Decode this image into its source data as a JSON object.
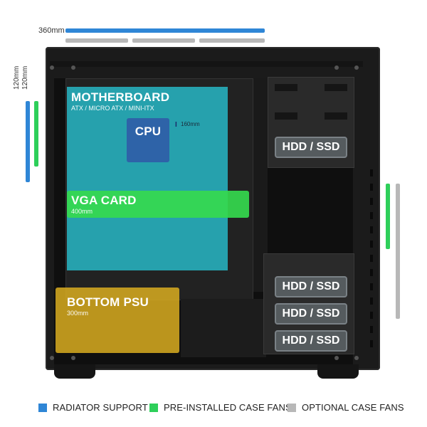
{
  "top_measure": {
    "label": "360mm"
  },
  "side_measures": {
    "label_a": "120mm",
    "label_b": "120mm"
  },
  "zones": {
    "motherboard": {
      "title": "MOTHERBOARD",
      "subtitle": "ATX / MICRO ATX / MINI-ITX"
    },
    "cpu": {
      "title": "CPU",
      "height_label": "160mm"
    },
    "vga": {
      "title": "VGA CARD",
      "length_label": "400mm"
    },
    "psu": {
      "title": "BOTTOM PSU",
      "length_label": "300mm"
    }
  },
  "drive_bays": [
    {
      "label": "HDD / SSD"
    },
    {
      "label": "HDD / SSD"
    },
    {
      "label": "HDD / SSD"
    },
    {
      "label": "HDD / SSD"
    }
  ],
  "legend": [
    {
      "label": "RADIATOR SUPPORT",
      "color": "#2f86d6"
    },
    {
      "label": "PRE-INSTALLED CASE FANS",
      "color": "#2ecf5a"
    },
    {
      "label": "OPTIONAL CASE FANS",
      "color": "#b8b8b8"
    }
  ],
  "colors": {
    "radiator": "#2f86d6",
    "preinstalled": "#2ecf5a",
    "optional": "#b8b8b8",
    "motherboard_zone": "#27b3c0",
    "cpu_zone": "#2e63a8",
    "vga_zone": "#35d94e",
    "psu_zone": "#d4a820"
  }
}
